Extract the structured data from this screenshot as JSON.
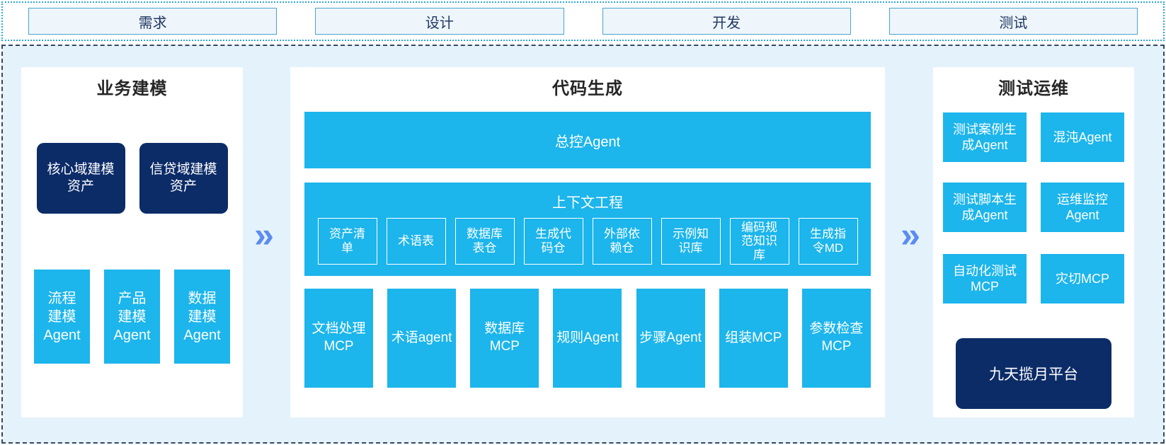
{
  "top_phases": [
    {
      "label": "需求"
    },
    {
      "label": "设计"
    },
    {
      "label": "开发"
    },
    {
      "label": "测试"
    }
  ],
  "panels": {
    "left": {
      "title": "业务建模",
      "navy_boxes": [
        {
          "label": "核心域建模资产"
        },
        {
          "label": "信贷域建模资产"
        }
      ],
      "agent_boxes": [
        {
          "label": "流程建模Agent"
        },
        {
          "label": "产品建模Agent"
        },
        {
          "label": "数据建模Agent"
        }
      ]
    },
    "middle": {
      "title": "代码生成",
      "master_agent": "总控Agent",
      "context_engineering": {
        "title": "上下文工程",
        "items": [
          {
            "label": "资产清单"
          },
          {
            "label": "术语表"
          },
          {
            "label": "数据库表仓"
          },
          {
            "label": "生成代码仓"
          },
          {
            "label": "外部依赖仓"
          },
          {
            "label": "示例知识库"
          },
          {
            "label": "编码规范知识库"
          },
          {
            "label": "生成指令MD"
          }
        ]
      },
      "mcp_row": [
        {
          "label": "文档处理MCP"
        },
        {
          "label": "术语agent"
        },
        {
          "label": "数据库MCP"
        },
        {
          "label": "规则Agent"
        },
        {
          "label": "步骤Agent"
        },
        {
          "label": "组装MCP"
        },
        {
          "label": "参数检查MCP"
        }
      ]
    },
    "right": {
      "title": "测试运维",
      "grid_boxes": [
        {
          "label": "测试案例生成Agent"
        },
        {
          "label": "混沌Agent"
        },
        {
          "label": "测试脚本生成Agent"
        },
        {
          "label": "运维监控Agent"
        },
        {
          "label": "自动化测试MCP"
        },
        {
          "label": "灾切MCP"
        }
      ],
      "platform_box": "九天揽月平台"
    }
  },
  "arrows": {
    "glyph": "»"
  },
  "colors": {
    "cyan": "#1cb5ec",
    "navy": "#0c2c68",
    "chevron": "#5b8cf0",
    "bg_light": "#e4f2fc",
    "strip_border": "#2aa8d5",
    "main_border": "#34495e",
    "phase_fill": "#eef5fb",
    "phase_border": "#4aa5ce",
    "phase_text": "#1f3864",
    "title_color": "#262626"
  }
}
